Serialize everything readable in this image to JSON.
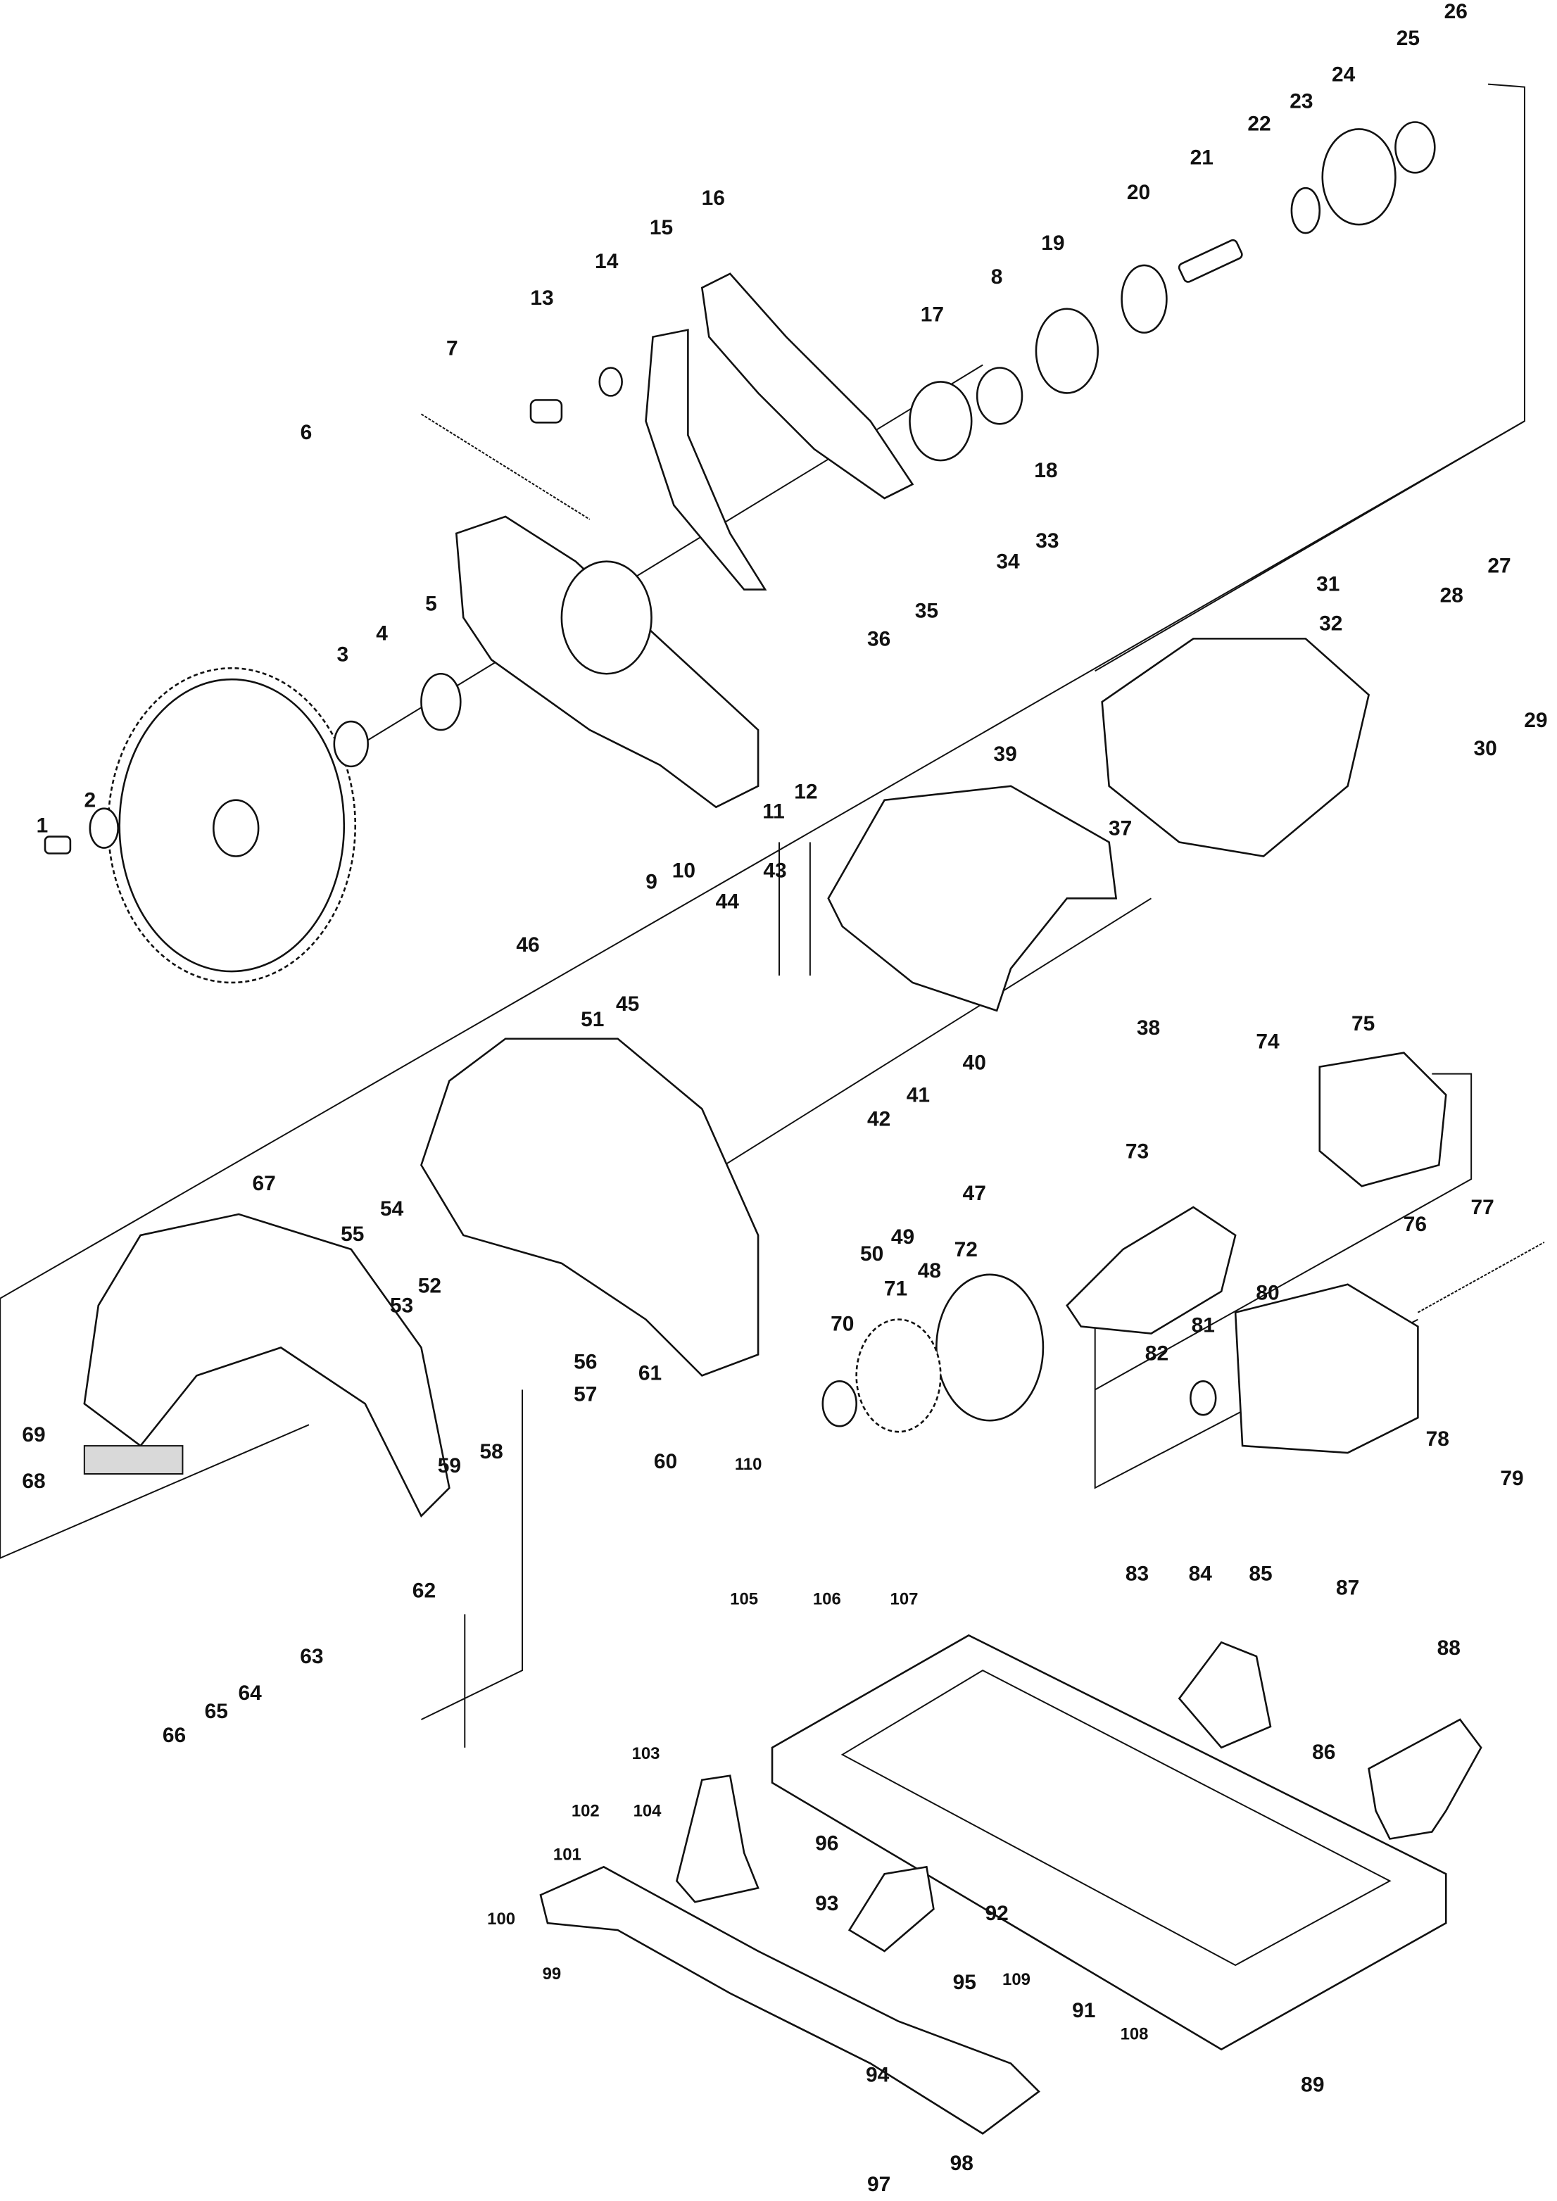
{
  "title": "Exploded parts diagram",
  "part_numbers": [
    "1",
    "2",
    "3",
    "4",
    "5",
    "6",
    "7",
    "8",
    "9",
    "10",
    "11",
    "12",
    "13",
    "14",
    "15",
    "16",
    "17",
    "18",
    "19",
    "20",
    "21",
    "22",
    "23",
    "24",
    "25",
    "26",
    "27",
    "28",
    "29",
    "30",
    "31",
    "32",
    "33",
    "34",
    "35",
    "36",
    "37",
    "38",
    "39",
    "40",
    "41",
    "42",
    "43",
    "44",
    "45",
    "46",
    "47",
    "48",
    "49",
    "50",
    "51",
    "52",
    "53",
    "54",
    "55",
    "56",
    "57",
    "58",
    "59",
    "60",
    "61",
    "62",
    "63",
    "64",
    "65",
    "66",
    "67",
    "68",
    "69",
    "70",
    "71",
    "72",
    "73",
    "74",
    "75",
    "76",
    "77",
    "78",
    "79",
    "80",
    "81",
    "82",
    "83",
    "84",
    "85",
    "86",
    "87",
    "88",
    "89",
    "91",
    "92",
    "93",
    "94",
    "95",
    "96",
    "97",
    "98",
    "99",
    "100",
    "101",
    "102",
    "103",
    "104",
    "105",
    "106",
    "107",
    "108",
    "109",
    "110"
  ]
}
